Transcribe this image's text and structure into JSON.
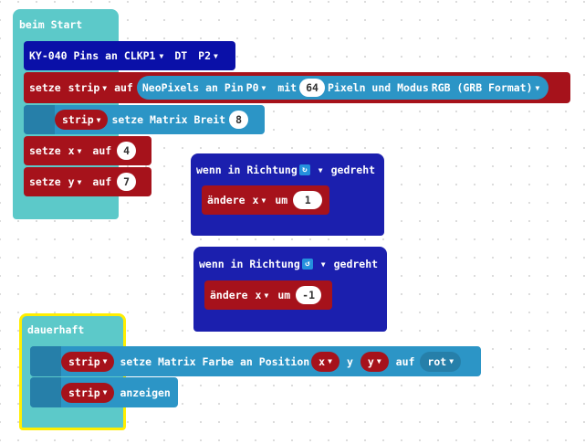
{
  "on_start": {
    "label": "beim Start",
    "ky040": {
      "label": "KY-040 Pins an CLKP1",
      "dt_label": "DT",
      "dt_value": "P2"
    },
    "set_strip": {
      "label": "setze",
      "var": "strip",
      "to": "auf",
      "neopixel_label": "NeoPixels an Pin",
      "pin": "P0",
      "with": "mit",
      "count": "64",
      "pixels_mode": "Pixeln und Modus",
      "mode": "RGB (GRB Format)"
    },
    "matrix_width": {
      "var": "strip",
      "label": "setze Matrix Breit",
      "value": "8"
    },
    "set_x": {
      "label": "setze",
      "var": "x",
      "to": "auf",
      "value": "4"
    },
    "set_y": {
      "label": "setze",
      "var": "y",
      "to": "auf",
      "value": "7"
    }
  },
  "on_turn_cw": {
    "label": "wenn in Richtung",
    "suffix": "gedreht",
    "direction_icon": "rotate-clockwise-icon",
    "change": {
      "label": "ändere",
      "var": "x",
      "by": "um",
      "value": "1"
    }
  },
  "on_turn_ccw": {
    "label": "wenn in Richtung",
    "suffix": "gedreht",
    "direction_icon": "rotate-counterclockwise-icon",
    "change": {
      "label": "ändere",
      "var": "x",
      "by": "um",
      "value": "-1"
    }
  },
  "forever": {
    "label": "dauerhaft",
    "set_color": {
      "var": "strip",
      "label": "setze Matrix Farbe an Position",
      "x": "x",
      "y_label": "y",
      "y": "y",
      "to": "auf",
      "color": "rot"
    },
    "show": {
      "var": "strip",
      "label": "anzeigen"
    }
  },
  "colors": {
    "basic": "#5cc9c9",
    "input_events": "#1b1fae",
    "variables": "#a6121b",
    "neopixel": "#2c95c6",
    "selected_outline": "#ffee00"
  }
}
